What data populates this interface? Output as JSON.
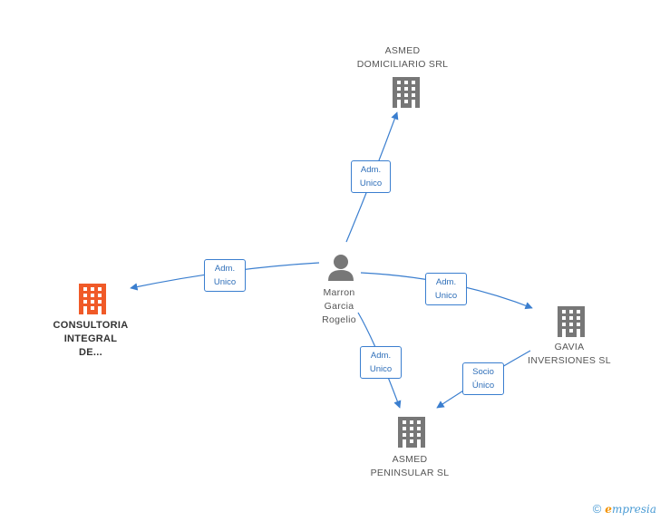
{
  "colors": {
    "edge": "#3a7ecf",
    "building": "#777777",
    "building_main": "#f05a28",
    "person": "#777777"
  },
  "nodes": {
    "asmed_domiciliario": {
      "line1": "ASMED",
      "line2": "DOMICILIARIO SRL"
    },
    "consultoria": {
      "line1": "CONSULTORIA",
      "line2": "INTEGRAL",
      "line3": "DE..."
    },
    "person": {
      "line1": "Marron",
      "line2": "Garcia",
      "line3": "Rogelio"
    },
    "gavia": {
      "line1": "GAVIA",
      "line2": "INVERSIONES SL"
    },
    "asmed_peninsular": {
      "line1": "ASMED",
      "line2": "PENINSULAR SL"
    }
  },
  "edges": {
    "to_domiciliario": {
      "line1": "Adm.",
      "line2": "Unico"
    },
    "to_consultoria": {
      "line1": "Adm.",
      "line2": "Unico"
    },
    "to_gavia": {
      "line1": "Adm.",
      "line2": "Unico"
    },
    "to_peninsular": {
      "line1": "Adm.",
      "line2": "Unico"
    },
    "gavia_to_peninsular": {
      "line1": "Socio",
      "line2": "Único"
    }
  },
  "brand": {
    "copyright": "©",
    "e": "e",
    "rest": "mpresia"
  }
}
